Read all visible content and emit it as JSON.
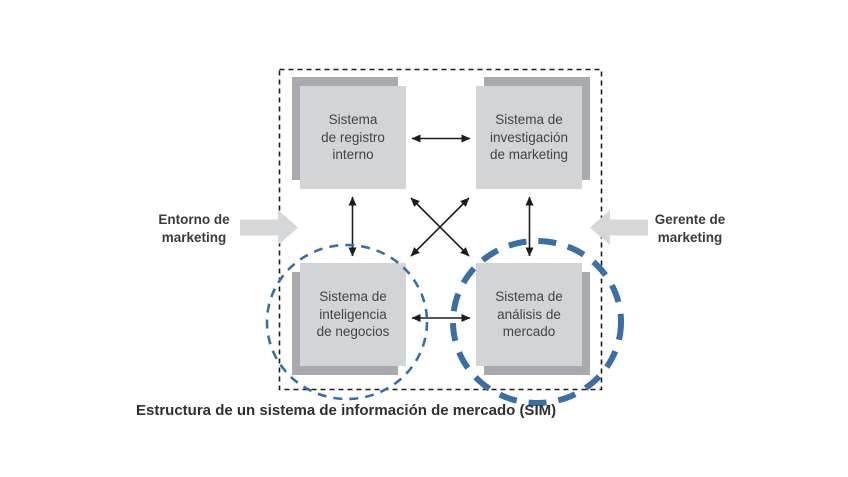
{
  "colors": {
    "accent_blue": "#3a6ea4",
    "box_fill": "#d2d4d5",
    "box_shadow": "#a8aaad",
    "block_arrow": "#d6d7d9",
    "line_black": "#1d1d1f",
    "text_dark": "#424345",
    "caption_color": "#2f3032"
  },
  "diagram": {
    "nodes": {
      "internal_records": {
        "label": "Sistema\nde registro\ninterno"
      },
      "marketing_research": {
        "label": "Sistema de\ninvestigación\nde marketing"
      },
      "business_intelligence": {
        "label": "Sistema de\ninteligencia\nde negocios"
      },
      "market_analysis": {
        "label": "Sistema de\nanálisis de\nmercado"
      }
    },
    "left_label": "Entorno de\nmarketing",
    "right_label": "Gerente de\nmarketing",
    "caption": "Estructura de un sistema de información de mercado (SIM)",
    "icons": {
      "environment_arrow": "right-block-arrow",
      "manager_arrow": "left-block-arrow"
    }
  }
}
